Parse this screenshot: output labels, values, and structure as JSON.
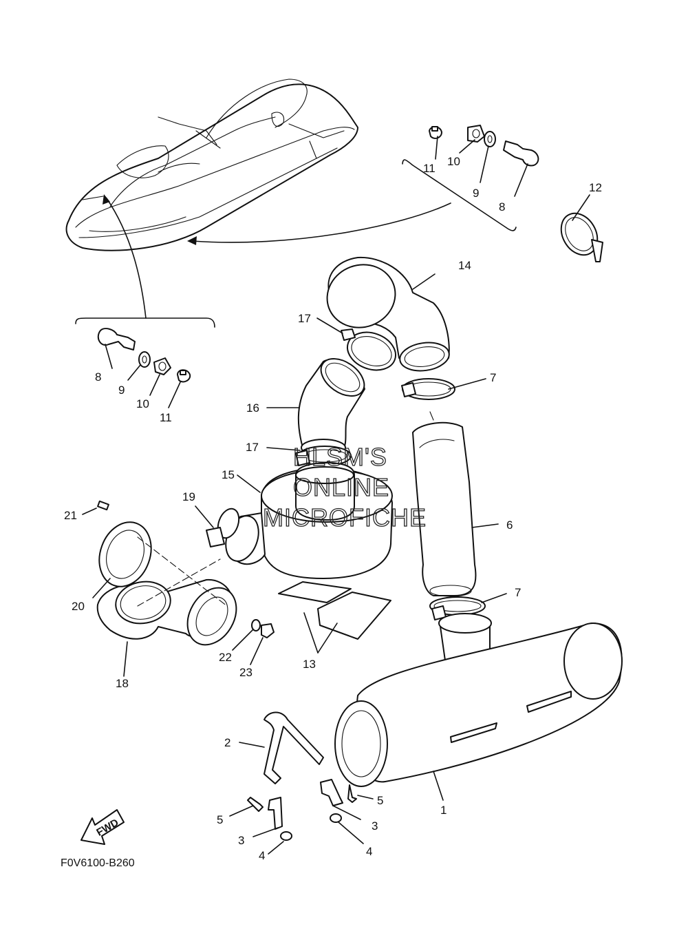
{
  "figure_code": "F0V6100-B260",
  "watermark": {
    "line1": "HLSM'S",
    "line2": "ONLINE",
    "line3": "MICROFICHE"
  },
  "fwd_arrow_label": "FWD",
  "callouts": {
    "c1": "1",
    "c2": "2",
    "c3a": "3",
    "c3b": "3",
    "c4a": "4",
    "c4b": "4",
    "c5a": "5",
    "c5b": "5",
    "c6": "6",
    "c7a": "7",
    "c7b": "7",
    "c8a": "8",
    "c8b": "8",
    "c9a": "9",
    "c9b": "9",
    "c10a": "10",
    "c10b": "10",
    "c11a": "11",
    "c11b": "11",
    "c12": "12",
    "c13": "13",
    "c14": "14",
    "c15": "15",
    "c16": "16",
    "c17a": "17",
    "c17b": "17",
    "c18": "18",
    "c19": "19",
    "c20": "20",
    "c21": "21",
    "c22": "22",
    "c23": "23"
  }
}
